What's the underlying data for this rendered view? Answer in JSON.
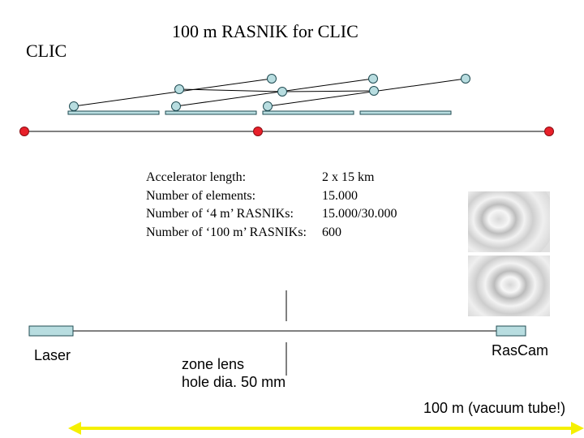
{
  "title": "100 m RASNIK for CLIC",
  "side_label": "CLIC",
  "stats": [
    {
      "label": "Accelerator length:",
      "value": "2 x 15 km"
    },
    {
      "label": "Number of elements:",
      "value": "15.000"
    },
    {
      "label": "Number of ‘4 m’ RASNIKs:",
      "value": "15.000/30.000"
    },
    {
      "label": "Number of ‘100 m’ RASNIKs:",
      "value": "600"
    }
  ],
  "labels": {
    "laser": "Laser",
    "zone_lens_line1": "zone lens",
    "zone_lens_line2": "hole dia. 50 mm",
    "rascam": "RasCam",
    "distance": "100 m (vacuum tube!)"
  },
  "colors": {
    "sensor_fill": "#b8dde0",
    "sensor_stroke": "#1f4b52",
    "red_dot": "#e8202a",
    "arrow": "#f5f000",
    "block_fill": "#b8dde0"
  }
}
